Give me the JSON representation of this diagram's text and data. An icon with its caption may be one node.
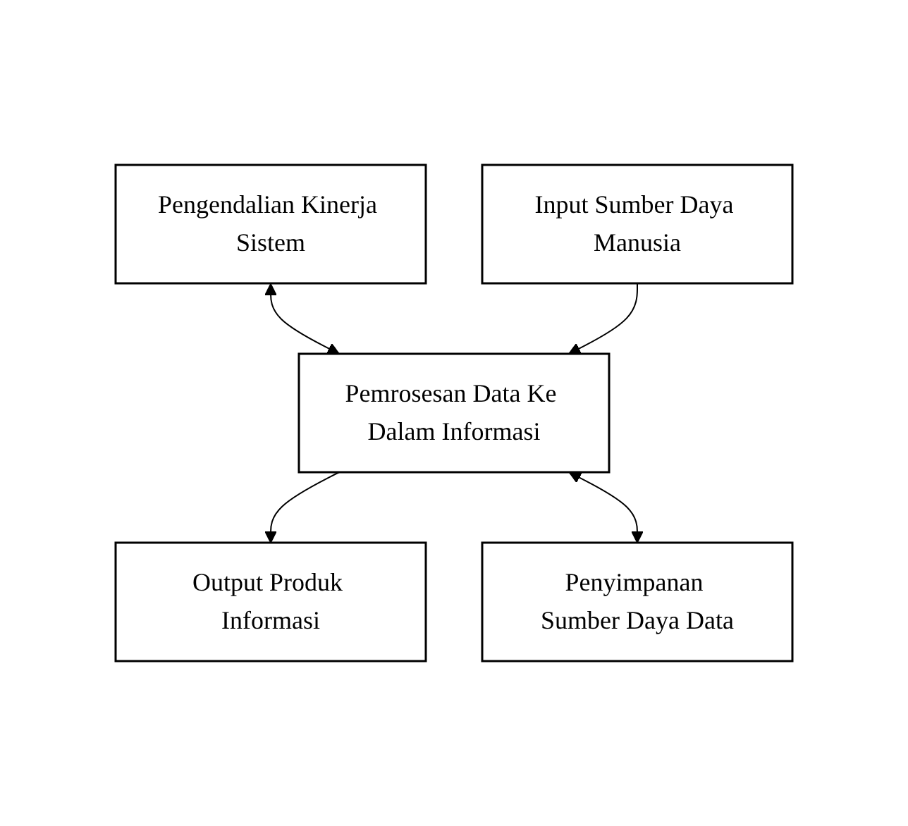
{
  "diagram": {
    "nodes": [
      {
        "text": [
          "Pengendalian Kinerja Sistem"
        ]
      },
      {
        "text": [
          "Input Sumber Daya Manusia"
        ]
      },
      {
        "text": [
          "Pemrosesan Data Ke Dalam Informasi"
        ]
      },
      {
        "text": [
          "Output Produk Informasi"
        ]
      },
      {
        "text": [
          "Penyimpanan Sumber Daya Data"
        ]
      }
    ],
    "edges": [
      {
        "from": 0,
        "to": 2,
        "arrow": "both"
      },
      {
        "from": 1,
        "to": 2,
        "arrow": "to"
      },
      {
        "from": 2,
        "to": 3,
        "arrow": "to"
      },
      {
        "from": 2,
        "to": 4,
        "arrow": "both"
      }
    ]
  }
}
